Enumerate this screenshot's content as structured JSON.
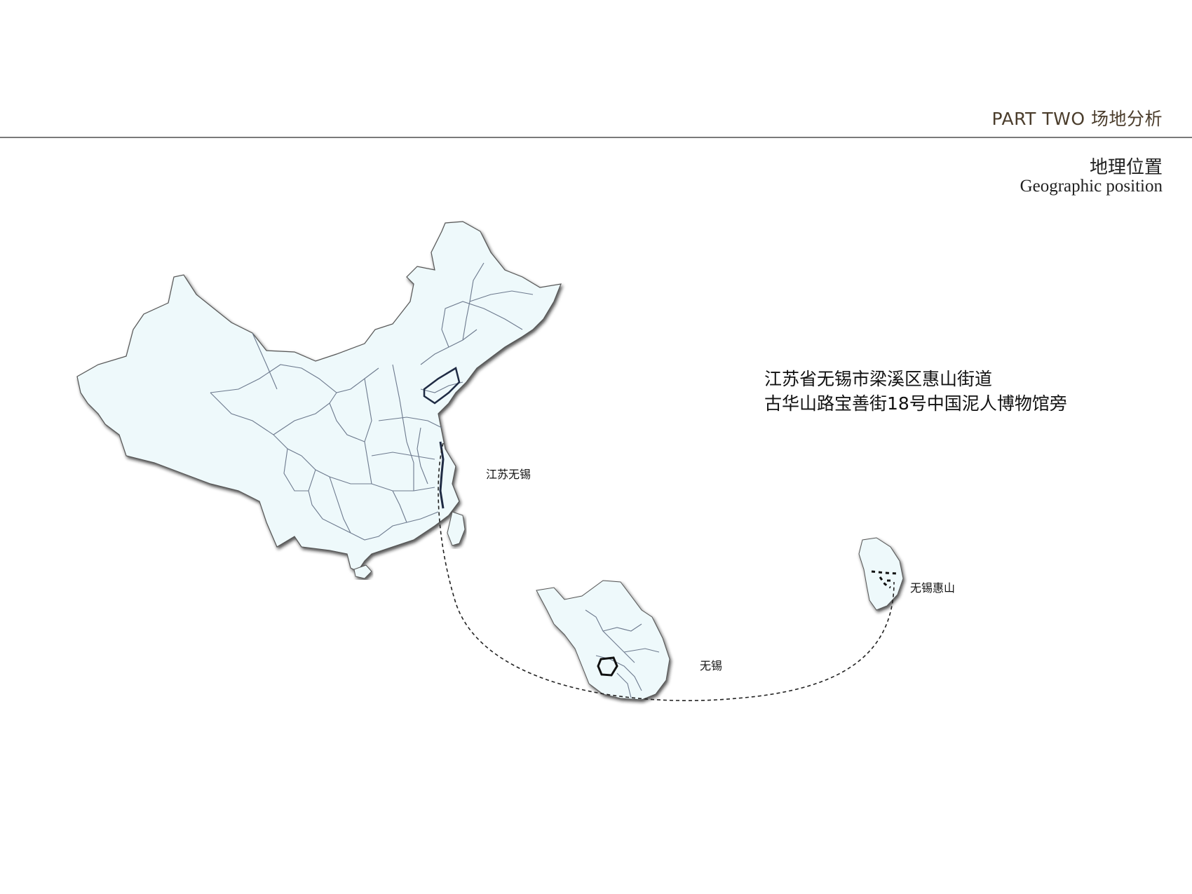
{
  "header": {
    "title": "PART TWO 场地分析"
  },
  "section": {
    "title_zh": "地理位置",
    "title_en": "Geographic position"
  },
  "address": {
    "line1": "江苏省无锡市梁溪区惠山街道",
    "line2": "古华山路宝善街18号中国泥人博物馆旁"
  },
  "map": {
    "labels": {
      "jiangsu_wuxi": "江苏无锡",
      "wuxi": "无锡",
      "wuxi_huishan": "无锡惠山"
    },
    "colors": {
      "land_fill": "#eef9fb",
      "border": "#6d7a8e",
      "shadow": "#1a1a1a",
      "route": "#222222"
    },
    "route_style": "dashed"
  }
}
